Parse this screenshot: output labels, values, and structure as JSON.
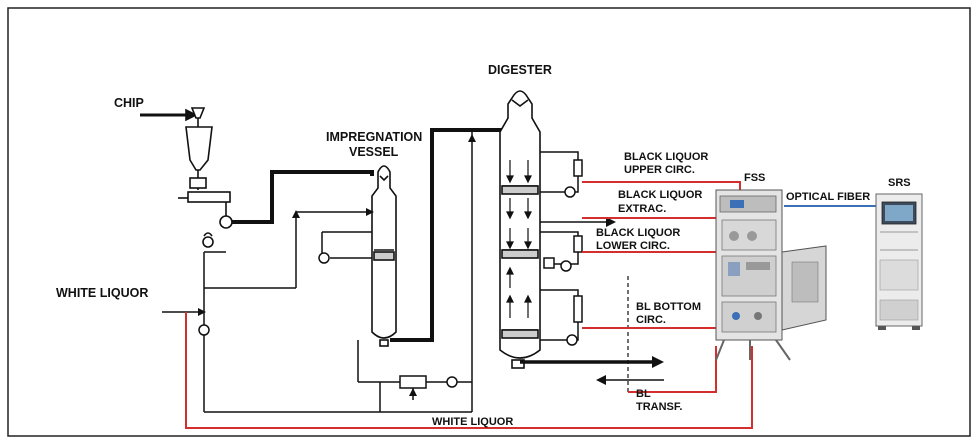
{
  "labels": {
    "chip": "CHIP",
    "digester": "DIGESTER",
    "impregnation_line1": "IMPREGNATION",
    "impregnation_line2": "VESSEL",
    "white_liquor_in": "WHITE LIQUOR",
    "white_liquor_bottom": "WHITE LIQUOR",
    "bl_upper_line1": "BLACK LIQUOR",
    "bl_upper_line2": "UPPER CIRC.",
    "bl_extrac_line1": "BLACK LIQUOR",
    "bl_extrac_line2": "EXTRAC.",
    "bl_lower_line1": "BLACK LIQUOR",
    "bl_lower_line2": "LOWER CIRC.",
    "bl_bottom_line1": "BL BOTTOM",
    "bl_bottom_line2": "CIRC.",
    "bl_transf_line1": "BL",
    "bl_transf_line2": "TRANSF.",
    "fss": "FSS",
    "optical_fiber": "OPTICAL FIBER",
    "srs": "SRS"
  },
  "colors": {
    "process_line": "#111111",
    "sample_line": "#d32f2f",
    "fiber_line": "#3b6fb6",
    "cabinet_gray": "#c9c9c9"
  }
}
